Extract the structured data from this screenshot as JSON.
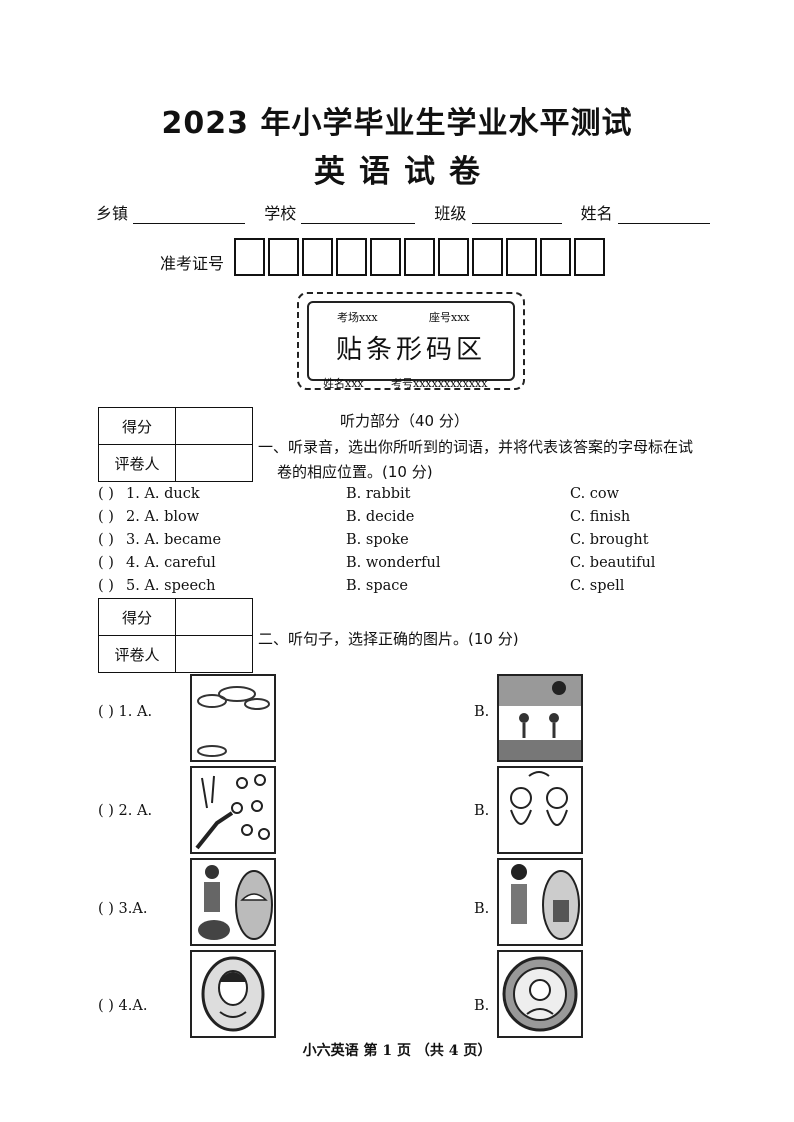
{
  "header": {
    "title": "2023 年小学毕业生学业水平测试",
    "subtitle": "英语试卷"
  },
  "info_fields": {
    "town": "乡镇",
    "school": "学校",
    "class": "班级",
    "name": "姓名"
  },
  "exam_number_label": "准考证号",
  "barcode": {
    "room": "考场xxx",
    "seat": "座号xxx",
    "main": "贴条形码区",
    "name": "姓名xxx",
    "number": "考号xxxxxxxxxxxx"
  },
  "score_table": {
    "score": "得分",
    "grader": "评卷人"
  },
  "listening": {
    "part_title": "听力部分（40 分）",
    "section1": {
      "instruction_line1": "一、听录音，选出你所听到的词语，并将代表该答案的字母标在试",
      "instruction_line2": "卷的相应位置。(10 分)",
      "questions": [
        {
          "paren": "(      )",
          "a": "1. A. duck",
          "b": "B. rabbit",
          "c": "C. cow"
        },
        {
          "paren": "(      )",
          "a": "2. A. blow",
          "b": "B. decide",
          "c": "C. finish"
        },
        {
          "paren": "(      )",
          "a": "3. A. became",
          "b": "B. spoke",
          "c": "C. brought"
        },
        {
          "paren": "(      )",
          "a": "4. A. careful",
          "b": "B. wonderful",
          "c": "C. beautiful"
        },
        {
          "paren": "(      )",
          "a": "5. A. speech",
          "b": "B. space",
          "c": "C. spell"
        }
      ]
    },
    "section2": {
      "instruction": "二、听句子，选择正确的图片。(10 分)",
      "questions": [
        {
          "label": "(      ) 1. A.",
          "b": "B."
        },
        {
          "label": "(      ) 2. A.",
          "b": "B."
        },
        {
          "label": "(      ) 3.A.",
          "b": "B."
        },
        {
          "label": "(      ) 4.A.",
          "b": "B."
        }
      ]
    }
  },
  "footer": "小六英语  第 1 页   （共 4 页）"
}
